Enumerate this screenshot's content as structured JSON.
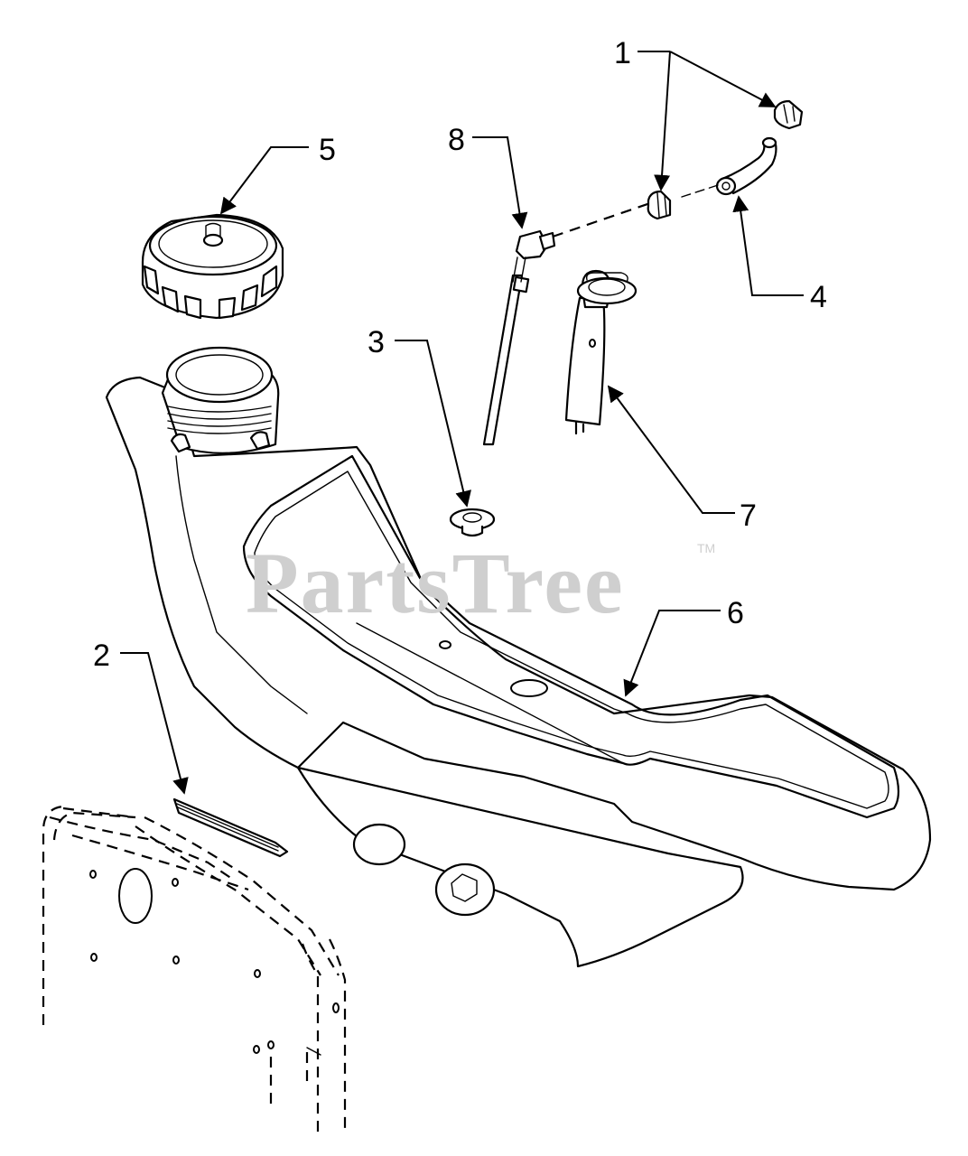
{
  "watermark": {
    "text": "PartsTree",
    "trademark": "TM"
  },
  "callouts": [
    {
      "id": "1",
      "label": "1"
    },
    {
      "id": "2",
      "label": "2"
    },
    {
      "id": "3",
      "label": "3"
    },
    {
      "id": "4",
      "label": "4"
    },
    {
      "id": "5",
      "label": "5"
    },
    {
      "id": "6",
      "label": "6"
    },
    {
      "id": "7",
      "label": "7"
    },
    {
      "id": "8",
      "label": "8"
    }
  ],
  "colors": {
    "line": "#000000",
    "background": "#ffffff",
    "watermark": "#cfcfcf"
  }
}
